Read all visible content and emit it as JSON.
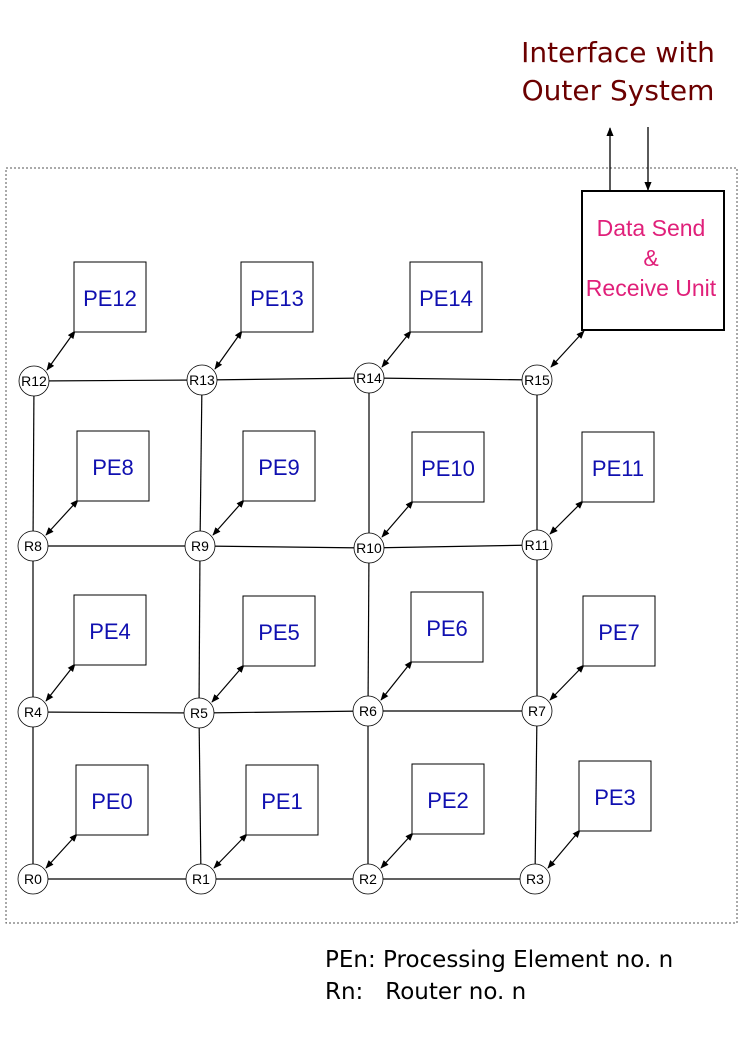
{
  "interface": {
    "line1": "Interface with",
    "line2": "Outer System"
  },
  "data_unit": {
    "line1": "Data Send",
    "line2": "&",
    "line3": "Receive Unit"
  },
  "legend": {
    "line1": "PEn: Processing Element no. n",
    "line2": "Rn:   Router no. n"
  },
  "routers": [
    "R0",
    "R1",
    "R2",
    "R3",
    "R4",
    "R5",
    "R6",
    "R7",
    "R8",
    "R9",
    "R10",
    "R11",
    "R12",
    "R13",
    "R14",
    "R15"
  ],
  "pes": [
    "PE0",
    "PE1",
    "PE2",
    "PE3",
    "PE4",
    "PE5",
    "PE6",
    "PE7",
    "PE8",
    "PE9",
    "PE10",
    "PE11",
    "PE12",
    "PE13",
    "PE14"
  ],
  "colors": {
    "interface_text": "#6b0000",
    "pe_text": "#1010b0",
    "data_unit_text": "#e0207a",
    "line": "#000000",
    "border_dotted": "#555555"
  }
}
